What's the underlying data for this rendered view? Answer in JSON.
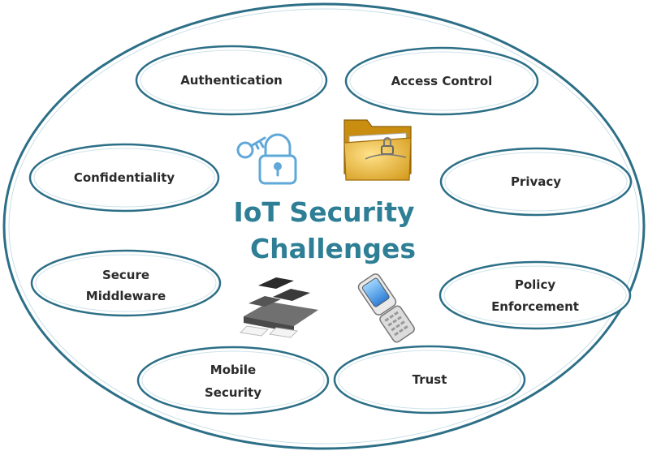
{
  "diagram": {
    "title_lines": [
      "IoT Security",
      "Challenges"
    ],
    "nodes": [
      {
        "id": "authentication",
        "lines": [
          "Authentication"
        ]
      },
      {
        "id": "access-control",
        "lines": [
          "Access Control"
        ]
      },
      {
        "id": "confidentiality",
        "lines": [
          "Confidentiality"
        ]
      },
      {
        "id": "privacy",
        "lines": [
          "Privacy"
        ]
      },
      {
        "id": "secure-middleware",
        "lines": [
          "Secure",
          "Middleware"
        ]
      },
      {
        "id": "policy-enforcement",
        "lines": [
          "Policy",
          "Enforcement"
        ]
      },
      {
        "id": "mobile-security",
        "lines": [
          "Mobile",
          "Security"
        ]
      },
      {
        "id": "trust",
        "lines": [
          "Trust"
        ]
      }
    ],
    "icons": [
      "key-lock-icon",
      "locked-folder-icon",
      "server-blocks-icon",
      "flip-phone-icon"
    ]
  },
  "colors": {
    "outline": "#2c6f86",
    "title": "#2e7f95"
  }
}
